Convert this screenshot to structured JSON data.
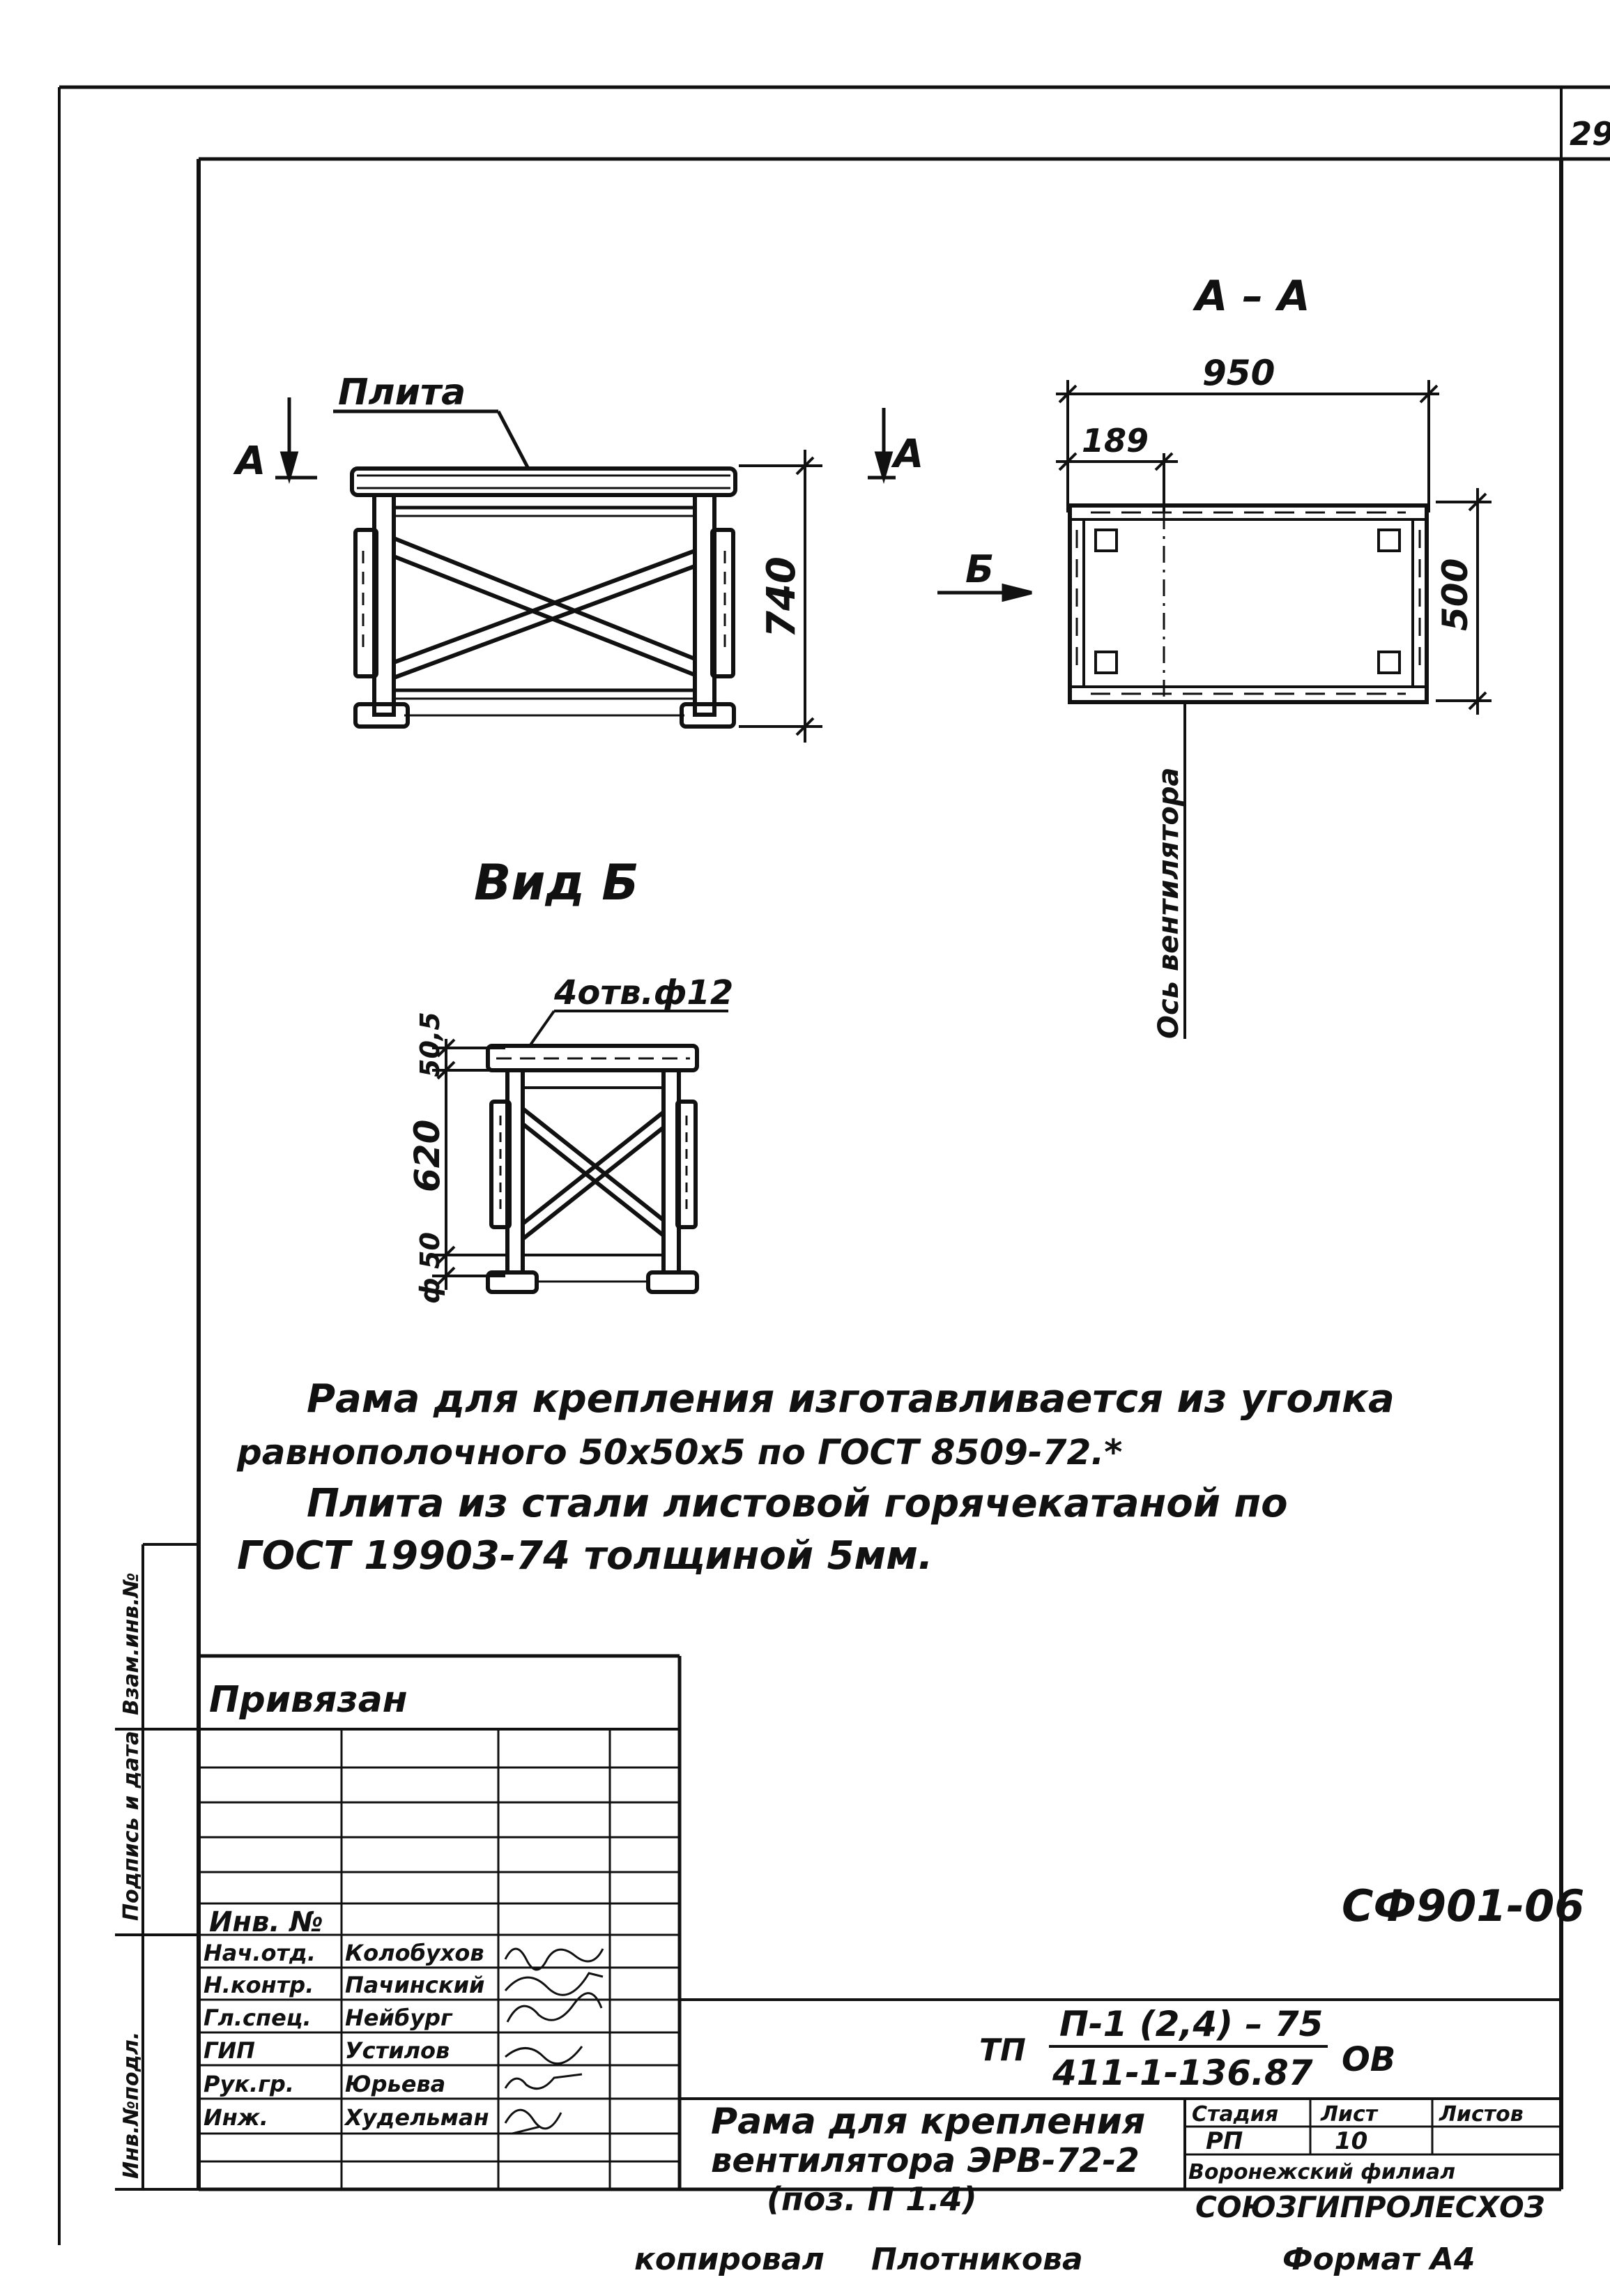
{
  "sheet_number": "29",
  "section_aa": {
    "title": "А – А",
    "dim_width": "950",
    "dim_offset": "189",
    "dim_depth": "500",
    "axis_label": "Ось вентилятора",
    "view_arrow": "Б"
  },
  "front_view": {
    "plate_label": "Плита",
    "cut_marker_left": "А",
    "cut_marker_right": "А",
    "dim_height": "740"
  },
  "view_b": {
    "title": "Вид Б",
    "holes_label": "4отв.ф12",
    "dim_top": "50,5",
    "dim_middle": "620",
    "dim_bottom_a": "50",
    "dim_bottom_b": "ф"
  },
  "notes": [
    "Рама для крепления изготавливается из уголка",
    "равнополочного 50х50х5 по ГОСТ 8509-72.*",
    "Плита из стали листовой горячекатаной по",
    "ГОСТ 19903-74 толщиной 5мм."
  ],
  "side_stamp": [
    "Инв.№подл.",
    "Подпись и дата",
    "Взам.инв.№"
  ],
  "title_block": {
    "privyazan": "Привязан",
    "inv_no": "Инв. №",
    "doc_code": "СФ901-06",
    "project_prefix": "ТП",
    "project_numerator": "П-1 (2,4) – 75",
    "project_denominator": "411-1-136.87",
    "project_suffix": "ОВ",
    "staff": [
      {
        "role": "Нач.отд.",
        "name": "Колобухов"
      },
      {
        "role": "Н.контр.",
        "name": "Пачинский"
      },
      {
        "role": "Гл.спец.",
        "name": "Нейбург"
      },
      {
        "role": "ГИП",
        "name": "Устилов"
      },
      {
        "role": "Рук.гр.",
        "name": "Юрьева"
      },
      {
        "role": "Инж.",
        "name": "Худельман"
      }
    ],
    "item_title": [
      "Рама для крепления",
      "вентилятора ЭРВ-72-2",
      "(поз. П 1.4)"
    ],
    "stage_header": "Стадия",
    "sheet_header": "Лист",
    "sheets_header": "Листов",
    "stage_value": "РП",
    "sheet_value": "10",
    "org": [
      "Воронежский филиал",
      "СОЮЗГИПРОЛЕСХОЗ"
    ]
  },
  "footer": {
    "copied": "копировал",
    "copied_name": "Плотникова",
    "format": "Формат А4"
  }
}
